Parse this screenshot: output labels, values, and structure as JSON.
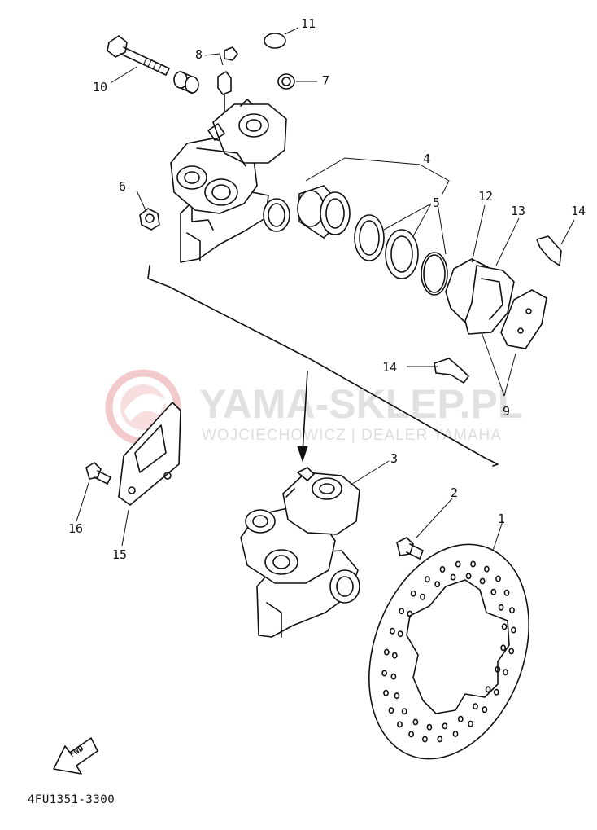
{
  "callouts": [
    {
      "id": "1",
      "text": "1"
    },
    {
      "id": "2",
      "text": "2"
    },
    {
      "id": "3",
      "text": "3"
    },
    {
      "id": "4",
      "text": "4"
    },
    {
      "id": "5",
      "text": "5"
    },
    {
      "id": "6",
      "text": "6"
    },
    {
      "id": "7",
      "text": "7"
    },
    {
      "id": "8",
      "text": "8"
    },
    {
      "id": "9",
      "text": "9"
    },
    {
      "id": "10",
      "text": "10"
    },
    {
      "id": "11",
      "text": "11"
    },
    {
      "id": "12",
      "text": "12"
    },
    {
      "id": "13",
      "text": "13"
    },
    {
      "id": "14a",
      "text": "14"
    },
    {
      "id": "14b",
      "text": "14"
    },
    {
      "id": "15",
      "text": "15"
    },
    {
      "id": "16",
      "text": "16"
    }
  ],
  "part_code": "4FU1351-3300",
  "fwd_label": "FWD",
  "watermark": {
    "main": "YAMA-SKLEP.PL",
    "sub": "WOJCIECHOWICZ | DEALER YAMAHA"
  },
  "colors": {
    "line": "#111111",
    "watermark_logo": "#e8a0a4",
    "watermark_text": "#dcdcdc"
  }
}
